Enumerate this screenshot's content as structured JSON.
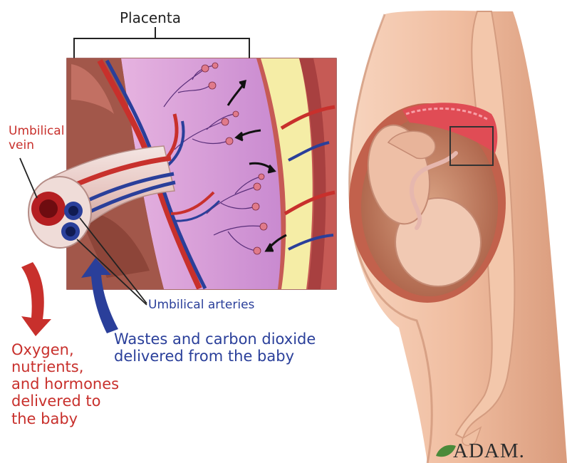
{
  "labels": {
    "placenta": "Placenta",
    "umbilical_vein": [
      "Umbilical",
      "vein"
    ],
    "umbilical_arteries": "Umbilical arteries",
    "wastes": [
      "Wastes and carbon dioxide",
      "delivered from the baby"
    ],
    "oxygen": [
      "Oxygen,",
      "nutrients,",
      "and hormones",
      "delivered to",
      "the baby"
    ]
  },
  "logo": "ADAM.",
  "colors": {
    "vein_red": "#c8302c",
    "artery_blue": "#2a3f9a",
    "villi_lilac": "#d8a0d6",
    "skin": "#f2c2a6"
  },
  "icons": [
    "arrow-down-red-icon",
    "arrow-up-blue-icon",
    "adam-leaf-icon"
  ]
}
